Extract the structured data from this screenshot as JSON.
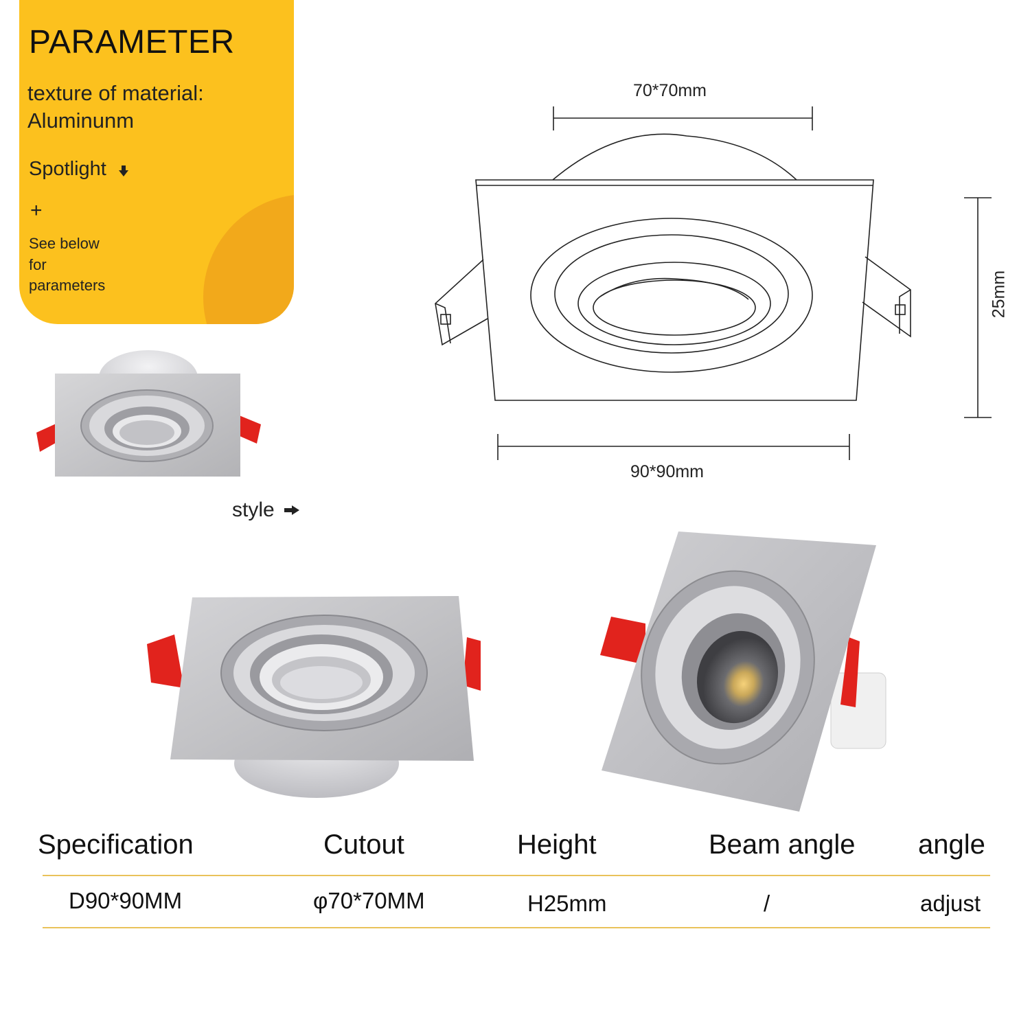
{
  "card": {
    "title": "PARAMETER",
    "material_label": "texture of material:",
    "material_value": "Aluminunm",
    "spotlight": "Spotlight",
    "plus": "+",
    "note_line1": "See below",
    "note_line2": "for",
    "note_line3": "parameters",
    "bg_color": "#fcc11e",
    "blob_color": "#f2a91b"
  },
  "style_label": "style",
  "dimensions": {
    "top_width": "70*70mm",
    "bottom_width": "90*90mm",
    "height": "25mm"
  },
  "spec_table": {
    "headers": [
      "Specification",
      "Cutout",
      "Height",
      "Beam angle",
      "angle"
    ],
    "row": [
      "D90*90MM",
      "φ70*70MM",
      "H25mm",
      "/",
      "adjust"
    ]
  }
}
